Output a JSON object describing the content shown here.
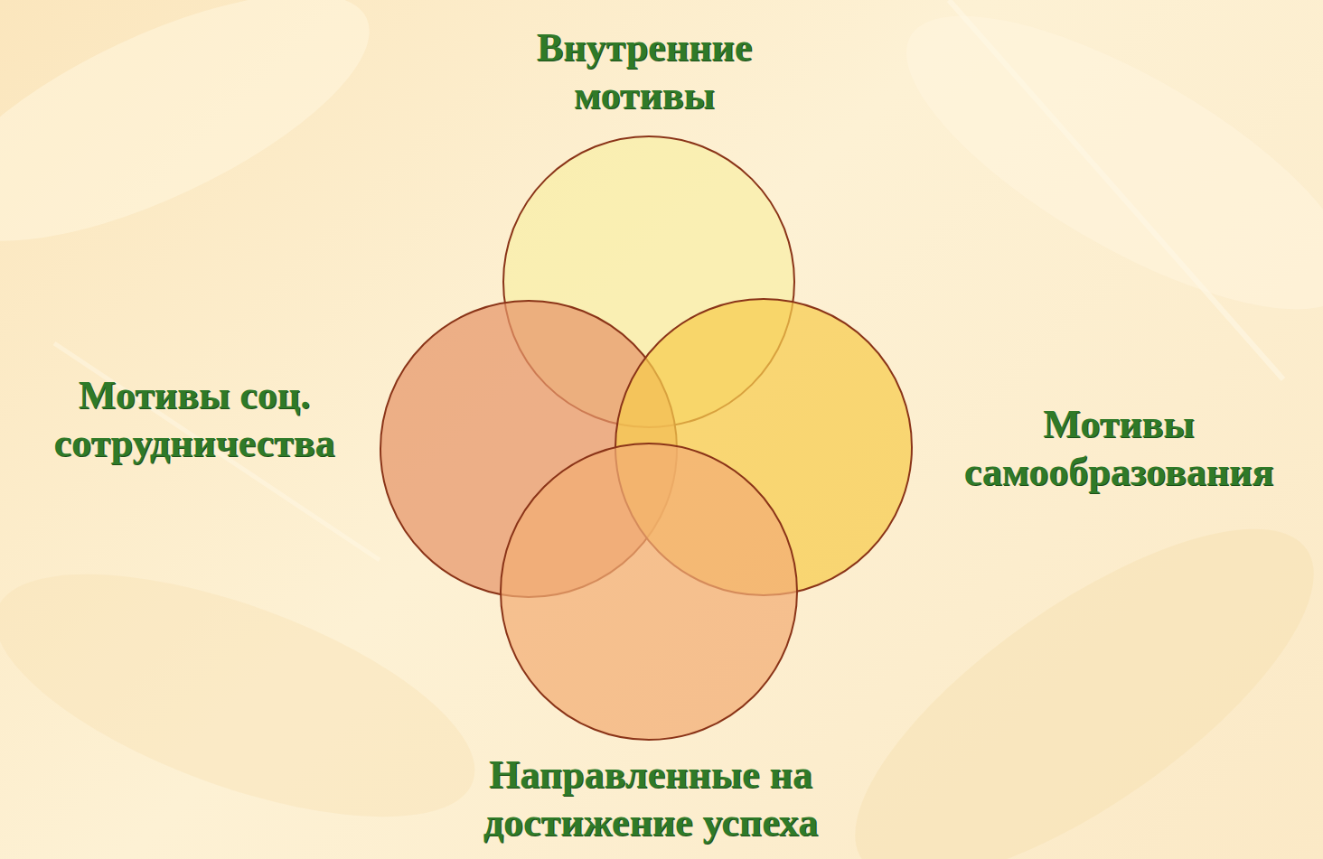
{
  "diagram": {
    "nodes": [
      {
        "text": [
          "Внутренние мотивы"
        ]
      },
      {
        "text": [
          "Мотивы соц. сотрудничества"
        ]
      },
      {
        "text": [
          "Мотивы самообразования"
        ]
      },
      {
        "text": [
          "Направленные на достижение успеха"
        ]
      }
    ]
  }
}
